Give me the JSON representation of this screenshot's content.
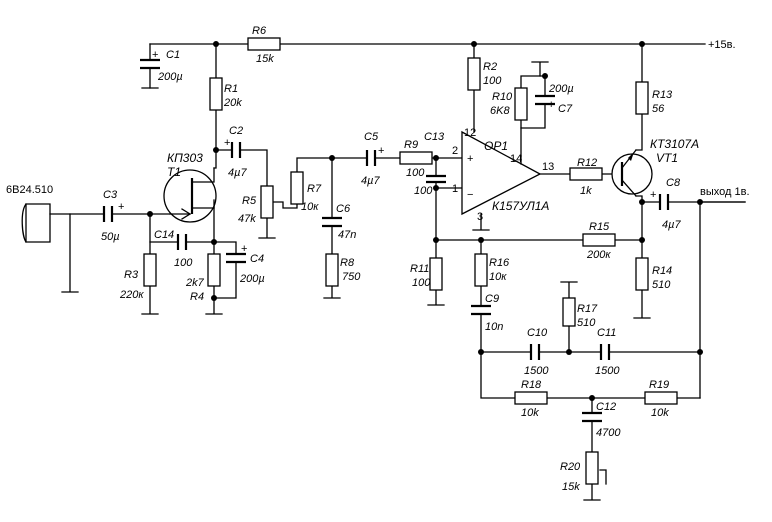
{
  "supply": "+15в.",
  "input_connector": "6В24.510",
  "output": "выход 1в.",
  "opamp": {
    "name": "OP1",
    "type": "К157УЛ1А",
    "pins": {
      "p12": "12",
      "p2": "2",
      "p1": "1",
      "p14": "14",
      "p13": "13",
      "p3": "3"
    },
    "plus": "+",
    "minus": "−"
  },
  "t1": {
    "type": "КП303",
    "name": "T1"
  },
  "vt1": {
    "type": "КТ3107А",
    "name": "VT1"
  },
  "resistors": {
    "r1": {
      "name": "R1",
      "value": "20k"
    },
    "r2": {
      "name": "R2",
      "value": "100"
    },
    "r3": {
      "name": "R3",
      "value": "220к"
    },
    "r4": {
      "name": "R4",
      "value": "2k7"
    },
    "r5": {
      "name": "R5",
      "value": "47k"
    },
    "r6": {
      "name": "R6",
      "value": "15k"
    },
    "r7": {
      "name": "R7",
      "value": "10к"
    },
    "r8": {
      "name": "R8",
      "value": "750"
    },
    "r9": {
      "name": "R9",
      "value": "100"
    },
    "r10": {
      "name": "R10",
      "value": "6K8"
    },
    "r11": {
      "name": "R11",
      "value": "100"
    },
    "r12": {
      "name": "R12",
      "value": "1k"
    },
    "r13": {
      "name": "R13",
      "value": "56"
    },
    "r14": {
      "name": "R14",
      "value": "510"
    },
    "r15": {
      "name": "R15",
      "value": "200к"
    },
    "r16": {
      "name": "R16",
      "value": "10к"
    },
    "r17": {
      "name": "R17",
      "value": "510"
    },
    "r18": {
      "name": "R18",
      "value": "10k"
    },
    "r19": {
      "name": "R19",
      "value": "10k"
    },
    "r20": {
      "name": "R20",
      "value": "15k"
    }
  },
  "capacitors": {
    "c1": {
      "name": "C1",
      "value": "200µ"
    },
    "c2": {
      "name": "C2",
      "value": "4µ7"
    },
    "c3": {
      "name": "C3",
      "value": "50µ"
    },
    "c4": {
      "name": "C4",
      "value": "200µ"
    },
    "c5": {
      "name": "C5",
      "value": "4µ7"
    },
    "c6": {
      "name": "C6",
      "value": "47n"
    },
    "c7": {
      "name": "C7",
      "value": "200µ"
    },
    "c8": {
      "name": "C8",
      "value": "4µ7"
    },
    "c9": {
      "name": "C9",
      "value": "10n"
    },
    "c10": {
      "name": "C10",
      "value": "1500"
    },
    "c11": {
      "name": "C11",
      "value": "1500"
    },
    "c12": {
      "name": "C12",
      "value": "4700"
    },
    "c13": {
      "name": "C13",
      "value": "100"
    },
    "c14": {
      "name": "C14",
      "value": "100"
    }
  },
  "polarity_mark": "+"
}
